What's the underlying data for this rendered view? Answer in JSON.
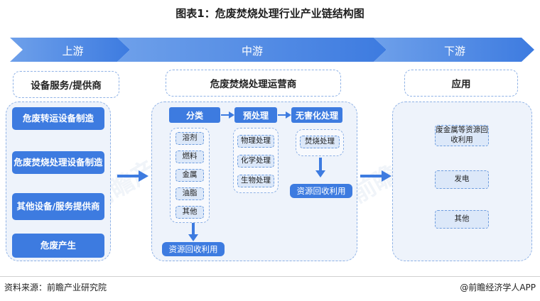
{
  "title": "图表1：危废焚烧处理行业产业链结构图",
  "stages": {
    "upstream": "上游",
    "midstream": "中游",
    "downstream": "下游"
  },
  "upstream": {
    "header": "设备服务/提供商",
    "items": [
      "危废转运设备制造",
      "危废焚烧处理设备制造",
      "其他设备/服务提供商",
      "危废产生"
    ]
  },
  "midstream": {
    "header": "危废焚烧处理运营商",
    "flow": {
      "classify": "分类",
      "preprocess": "预处理",
      "harmless": "无害化处理"
    },
    "categories": [
      "溶剂",
      "燃料",
      "金属",
      "油脂",
      "其他"
    ],
    "preprocess_items": [
      "物理处理",
      "化学处理",
      "生物处理"
    ],
    "harmless_items": [
      "焚烧处理"
    ],
    "recycle_left": "资源回收利用",
    "recycle_right": "资源回收利用"
  },
  "downstream": {
    "header": "应用",
    "items": [
      "废金属等资源回收利用",
      "发电",
      "其他"
    ]
  },
  "watermark": "前瞻产业研究院",
  "footer": {
    "source": "资料来源：前瞻产业研究院",
    "brand": "@前瞻经济学人APP"
  },
  "colors": {
    "primary": "#3d7be0",
    "light": "#dce8f9",
    "panel": "#eef3fb",
    "dash": "#8fb2e6"
  }
}
